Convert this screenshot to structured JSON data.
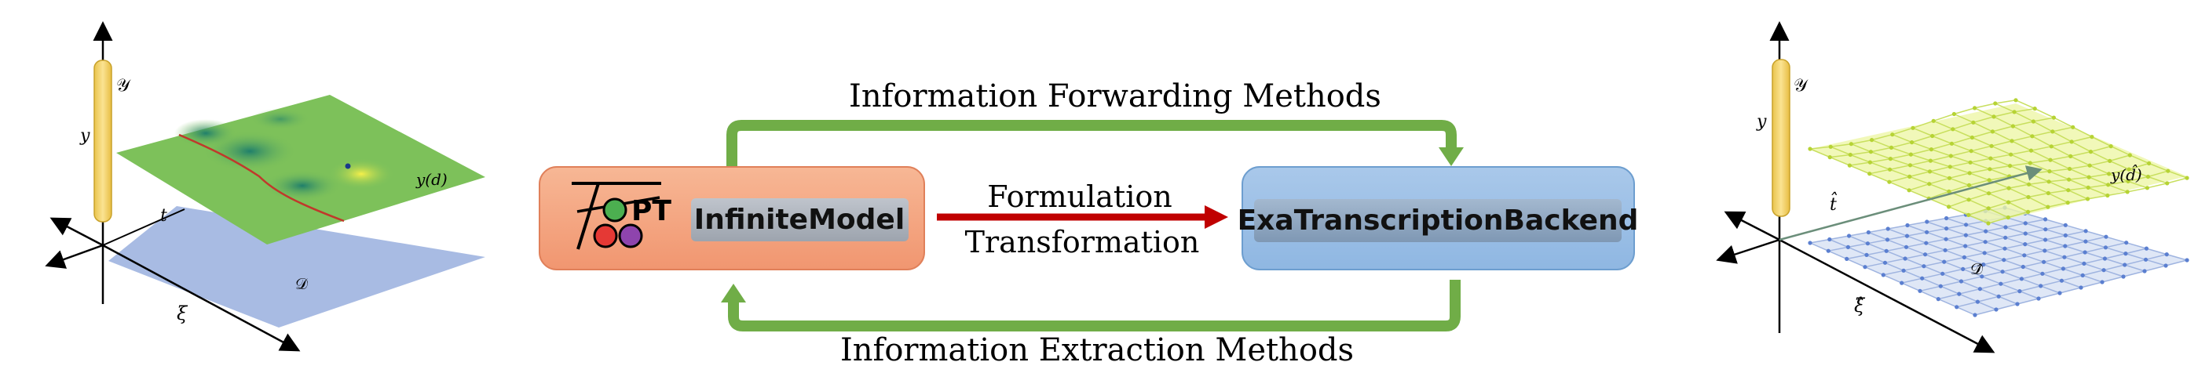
{
  "left_plot": {
    "y_axis_label": "y",
    "y_set_label": "𝒴",
    "t_axis_label": "t",
    "xi_axis_label": "ξ",
    "surface_label": "y(d)",
    "domain_label": "𝒟"
  },
  "center": {
    "forward_label": "Information Forwarding Methods",
    "extract_label": "Information Extraction Methods",
    "transform_line1": "Formulation",
    "transform_line2": "Transformation",
    "left_box_label": "InfiniteModel",
    "logo_text": "PT",
    "right_box_label": "ExaTranscriptionBackend"
  },
  "right_plot": {
    "y_axis_label": "y",
    "y_set_label": "𝒴",
    "t_axis_label": "t̂",
    "xi_axis_label": "ξ̂",
    "surface_label": "y(d̂)",
    "domain_label": "𝒟̂"
  },
  "colors": {
    "green_arrow": "#70ad47",
    "red_arrow": "#c00000",
    "left_box": "#f4a582",
    "right_box": "#9dc3e6",
    "domain_plane": "#9fb4e0",
    "surface": "#7dc15a",
    "tube": "#f6d566"
  }
}
